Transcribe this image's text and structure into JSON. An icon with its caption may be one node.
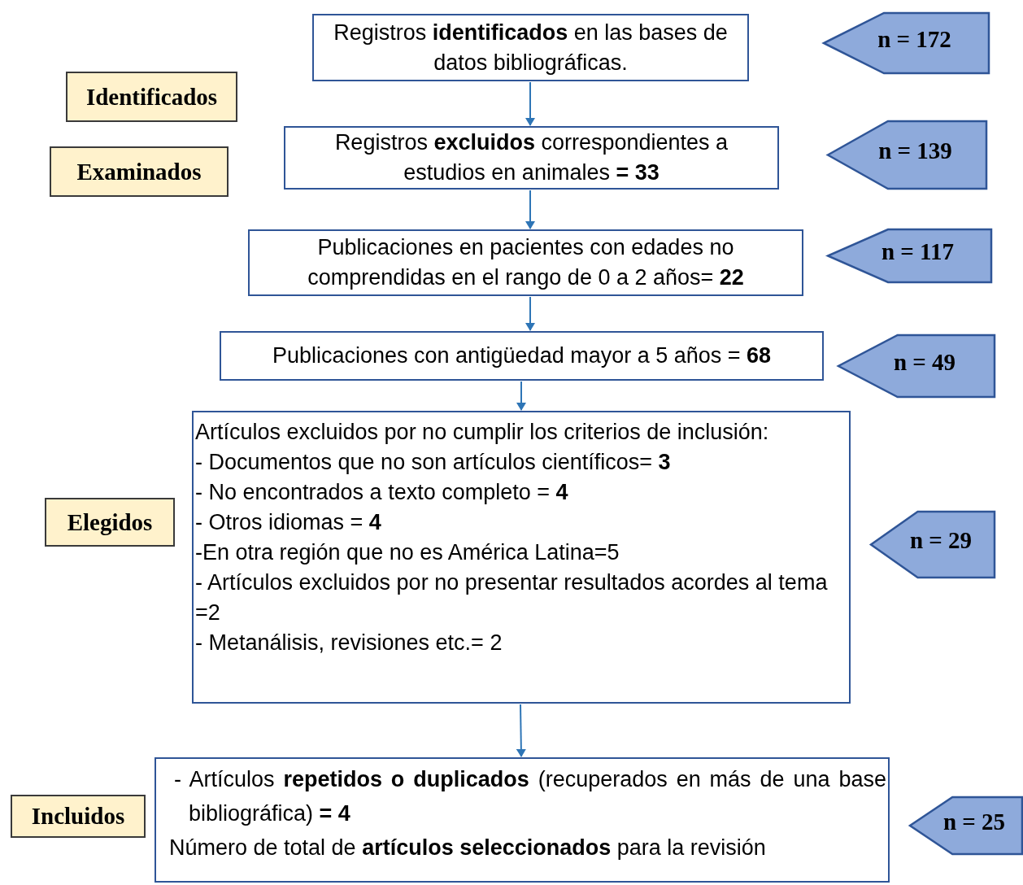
{
  "diagram": {
    "nodes": [
      {
        "text": [
          "Registros **identificados** en las bases de datos bibliográficas."
        ]
      },
      {
        "text": [
          "n = 172"
        ]
      },
      {
        "text": [
          "Identificados"
        ]
      },
      {
        "text": [
          "Examinados"
        ]
      },
      {
        "text": [
          "Registros **excluidos** correspondientes a estudios en animales **= 33**"
        ]
      },
      {
        "text": [
          "n = 139"
        ]
      },
      {
        "text": [
          "Publicaciones en pacientes con edades no comprendidas en el rango de 0 a 2 años= **22**"
        ]
      },
      {
        "text": [
          "n = 117"
        ]
      },
      {
        "text": [
          "Publicaciones con antigüedad mayor a 5 años = **68**"
        ]
      },
      {
        "text": [
          "n = 49"
        ]
      },
      {
        "text": [
          "Artículos excluidos por no cumplir los criterios de inclusión:",
          "- Documentos que no son artículos científicos= **3**",
          "- No encontrados a texto completo = **4**",
          "- Otros idiomas = **4**",
          "-En otra región que no es América Latina=5",
          "- Artículos excluidos por no presentar resultados acordes al tema =2",
          "- Metanálisis, revisiones etc.= 2"
        ]
      },
      {
        "text": [
          "Elegidos"
        ]
      },
      {
        "text": [
          "n = 29"
        ]
      },
      {
        "text": [
          "- Artículos **repetidos o duplicados** (recuperados en más de una base bibliográfica) **= 4**",
          "Número de total de **artículos seleccionados** para la revisión"
        ]
      },
      {
        "text": [
          "Incluidos"
        ]
      },
      {
        "text": [
          "n = 25"
        ]
      }
    ],
    "edges": [
      {
        "from": 0,
        "to": 4,
        "arrow": "to"
      },
      {
        "from": 4,
        "to": 6,
        "arrow": "to"
      },
      {
        "from": 6,
        "to": 8,
        "arrow": "to"
      },
      {
        "from": 8,
        "to": 10,
        "arrow": "to"
      },
      {
        "from": 10,
        "to": 13,
        "arrow": "to"
      }
    ]
  }
}
